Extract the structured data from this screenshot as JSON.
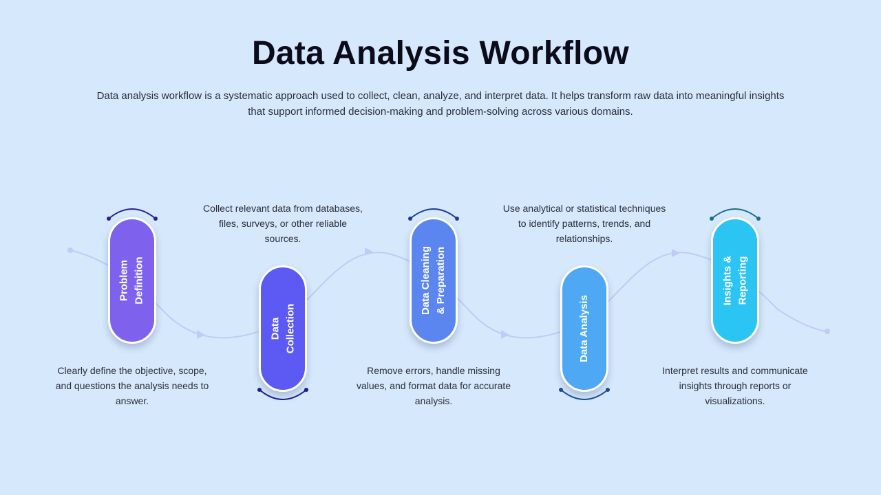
{
  "title": "Data Analysis Workflow",
  "subtitle": "Data analysis workflow is a systematic approach used to collect, clean, analyze, and interpret data. It helps transform raw data into meaningful insights that support informed decision-making and problem-solving across various domains.",
  "steps": [
    {
      "label": "Problem\nDefinition",
      "description": "Clearly define the objective, scope, and questions the analysis needs to answer.",
      "color": "#7e62ee",
      "arc_color": "#2a2190"
    },
    {
      "label": "Data\nCollection",
      "description": "Collect relevant data from databases, files, surveys, or other reliable sources.",
      "color": "#5c5af2",
      "arc_color": "#1e1e8c"
    },
    {
      "label": "Data Cleaning\n& Preparation",
      "description": "Remove errors, handle missing values, and format data for accurate analysis.",
      "color": "#5b86f0",
      "arc_color": "#1e3d92"
    },
    {
      "label": "Data Analysis",
      "description": "Use analytical or statistical techniques to identify patterns, trends, and relationships.",
      "color": "#4ea8f3",
      "arc_color": "#1a4f8c"
    },
    {
      "label": "Insights &\nReporting",
      "description": "Interpret results and communicate insights through reports or visualizations.",
      "color": "#2cc4f3",
      "arc_color": "#1b6e86"
    }
  ]
}
